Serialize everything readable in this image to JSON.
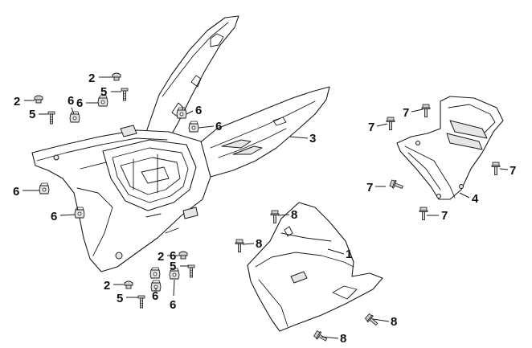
{
  "callouts": [
    {
      "id": "c-1",
      "label": "1"
    },
    {
      "id": "c-2a",
      "label": "2"
    },
    {
      "id": "c-2b",
      "label": "2"
    },
    {
      "id": "c-2c",
      "label": "2"
    },
    {
      "id": "c-2d",
      "label": "2"
    },
    {
      "id": "c-3",
      "label": "3"
    },
    {
      "id": "c-4",
      "label": "4"
    },
    {
      "id": "c-5a",
      "label": "5"
    },
    {
      "id": "c-5b",
      "label": "5"
    },
    {
      "id": "c-5c",
      "label": "5"
    },
    {
      "id": "c-5d",
      "label": "5"
    },
    {
      "id": "c-6a",
      "label": "6"
    },
    {
      "id": "c-6b",
      "label": "6"
    },
    {
      "id": "c-6c",
      "label": "6"
    },
    {
      "id": "c-6d",
      "label": "6"
    },
    {
      "id": "c-6e",
      "label": "6"
    },
    {
      "id": "c-6f",
      "label": "6"
    },
    {
      "id": "c-6g",
      "label": "6"
    },
    {
      "id": "c-6h",
      "label": "6"
    },
    {
      "id": "c-6i",
      "label": "6"
    },
    {
      "id": "c-7a",
      "label": "7"
    },
    {
      "id": "c-7b",
      "label": "7"
    },
    {
      "id": "c-7c",
      "label": "7"
    },
    {
      "id": "c-7d",
      "label": "7"
    },
    {
      "id": "c-7e",
      "label": "7"
    },
    {
      "id": "c-8a",
      "label": "8"
    },
    {
      "id": "c-8b",
      "label": "8"
    },
    {
      "id": "c-8c",
      "label": "8"
    },
    {
      "id": "c-8d",
      "label": "8"
    }
  ],
  "icons": {
    "clip_nut": "u-nut-icon",
    "cap_nut": "cap-nut-icon",
    "screw": "screw-icon",
    "bolt": "flange-bolt-icon"
  }
}
